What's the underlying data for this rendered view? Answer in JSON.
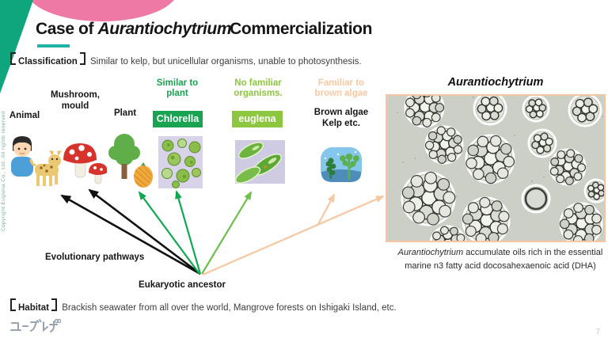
{
  "slide": {
    "title": {
      "prefix": "Case of ",
      "italic": "Aurantiochytrium",
      "suffix": "Commercialization"
    },
    "page_number": "7",
    "copyright_vertical": "Copyright Euglena Co., Ltd. All rights reserved",
    "logo_text": "ユーグレナ",
    "accent_colors": {
      "teal_wedge": "#0fa57d",
      "pink_circle": "#ee79a4",
      "title_underline": "#1fb3a6"
    }
  },
  "classification": {
    "label": "Classification",
    "text": "Similar to kelp, but unicellular organisms, unable to photosynthesis."
  },
  "habitat": {
    "label": "Habitat",
    "text": "Brackish seawater from all over the world, Mangrove forests on Ishigaki Island, etc."
  },
  "diagram": {
    "headers": [
      {
        "text": "Similar to plant",
        "color": "#18a450"
      },
      {
        "text": "No familiar organisms.",
        "color": "#8dc63f"
      },
      {
        "text": "Familiar to brown algae",
        "color": "#f8c8a2"
      }
    ],
    "labels": {
      "animal": "Animal",
      "mushroom": "Mushroom, mould",
      "plant": "Plant",
      "brown_algae": "Brown algae Kelp etc."
    },
    "pills": [
      {
        "label": "Chlorella",
        "bg": "#18a450"
      },
      {
        "label": "euglena",
        "bg": "#8dc63f"
      }
    ],
    "evolutionary_pathways": "Evolutionary pathways",
    "eukaryotic_ancestor": "Eukaryotic ancestor",
    "arrow_colors": {
      "animal_fungi": "#111111",
      "plant_chlorella": "#0fa84f",
      "euglena": "#6cc04d",
      "brown_algae": "#f7c7a2"
    }
  },
  "right_panel": {
    "heading": "Aurantiochytrium",
    "caption_italic": "Aurantiochytrium",
    "caption_line1_rest": " accumulate oils rich in the essential",
    "caption_line2": "marine n3 fatty acid docosahexaenoic acid (DHA)"
  }
}
